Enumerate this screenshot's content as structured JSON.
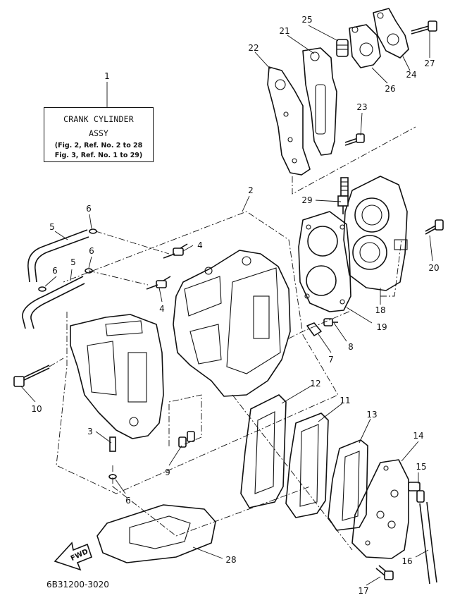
{
  "assembly": {
    "title_line1": "CRANK CYLINDER",
    "title_line2": "ASSY",
    "ref_line1": "(Fig. 2, Ref. No. 2 to 28",
    "ref_line2": "Fig. 3, Ref. No. 1 to 29)"
  },
  "callouts": [
    "1",
    "2",
    "3",
    "4",
    "4",
    "5",
    "5",
    "6",
    "6",
    "6",
    "6",
    "7",
    "8",
    "9",
    "10",
    "11",
    "12",
    "13",
    "14",
    "15",
    "16",
    "17",
    "18",
    "19",
    "20",
    "21",
    "22",
    "23",
    "24",
    "25",
    "26",
    "27",
    "28",
    "29"
  ],
  "fwd_label": "FWD",
  "diagram_code": "6B31200-3020",
  "colors": {
    "line": "#111111",
    "background": "#ffffff"
  }
}
